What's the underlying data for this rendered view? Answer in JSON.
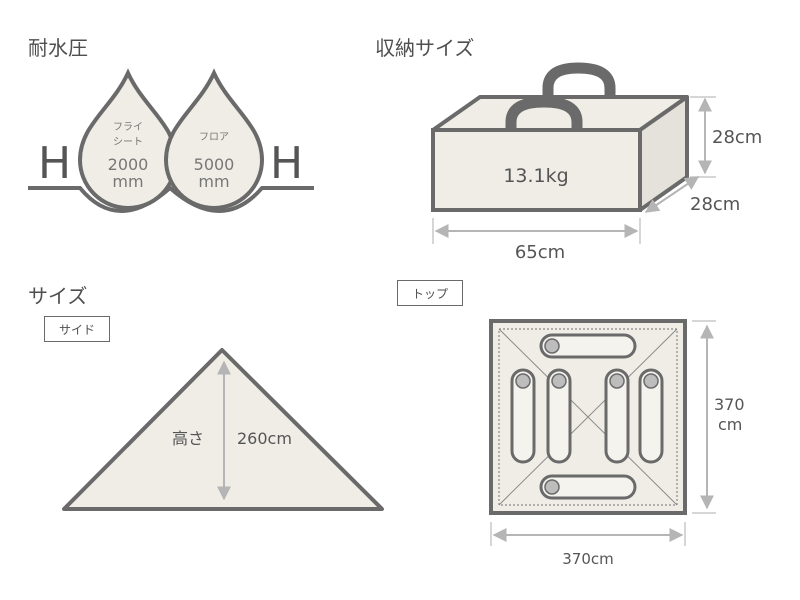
{
  "water_pressure": {
    "title": "耐水圧",
    "side_letter": "H",
    "flysheet": {
      "label_line1": "フライ",
      "label_line2": "シート",
      "value": "2000",
      "unit": "mm"
    },
    "floor": {
      "label": "フロア",
      "value": "5000",
      "unit": "mm"
    }
  },
  "storage": {
    "title": "収納サイズ",
    "weight": "13.1kg",
    "height": "28cm",
    "depth": "28cm",
    "width": "65cm"
  },
  "size": {
    "title": "サイズ",
    "side_tag": "サイド",
    "height_label": "高さ",
    "height_value": "260cm",
    "top_tag": "トップ",
    "top_side_value": "370",
    "top_side_unit": "cm",
    "top_bottom_value": "370cm"
  },
  "colors": {
    "outline": "#6a6a6a",
    "fill": "#efede6",
    "text": "#4f4f4f",
    "bag": "#bdbdbd"
  }
}
